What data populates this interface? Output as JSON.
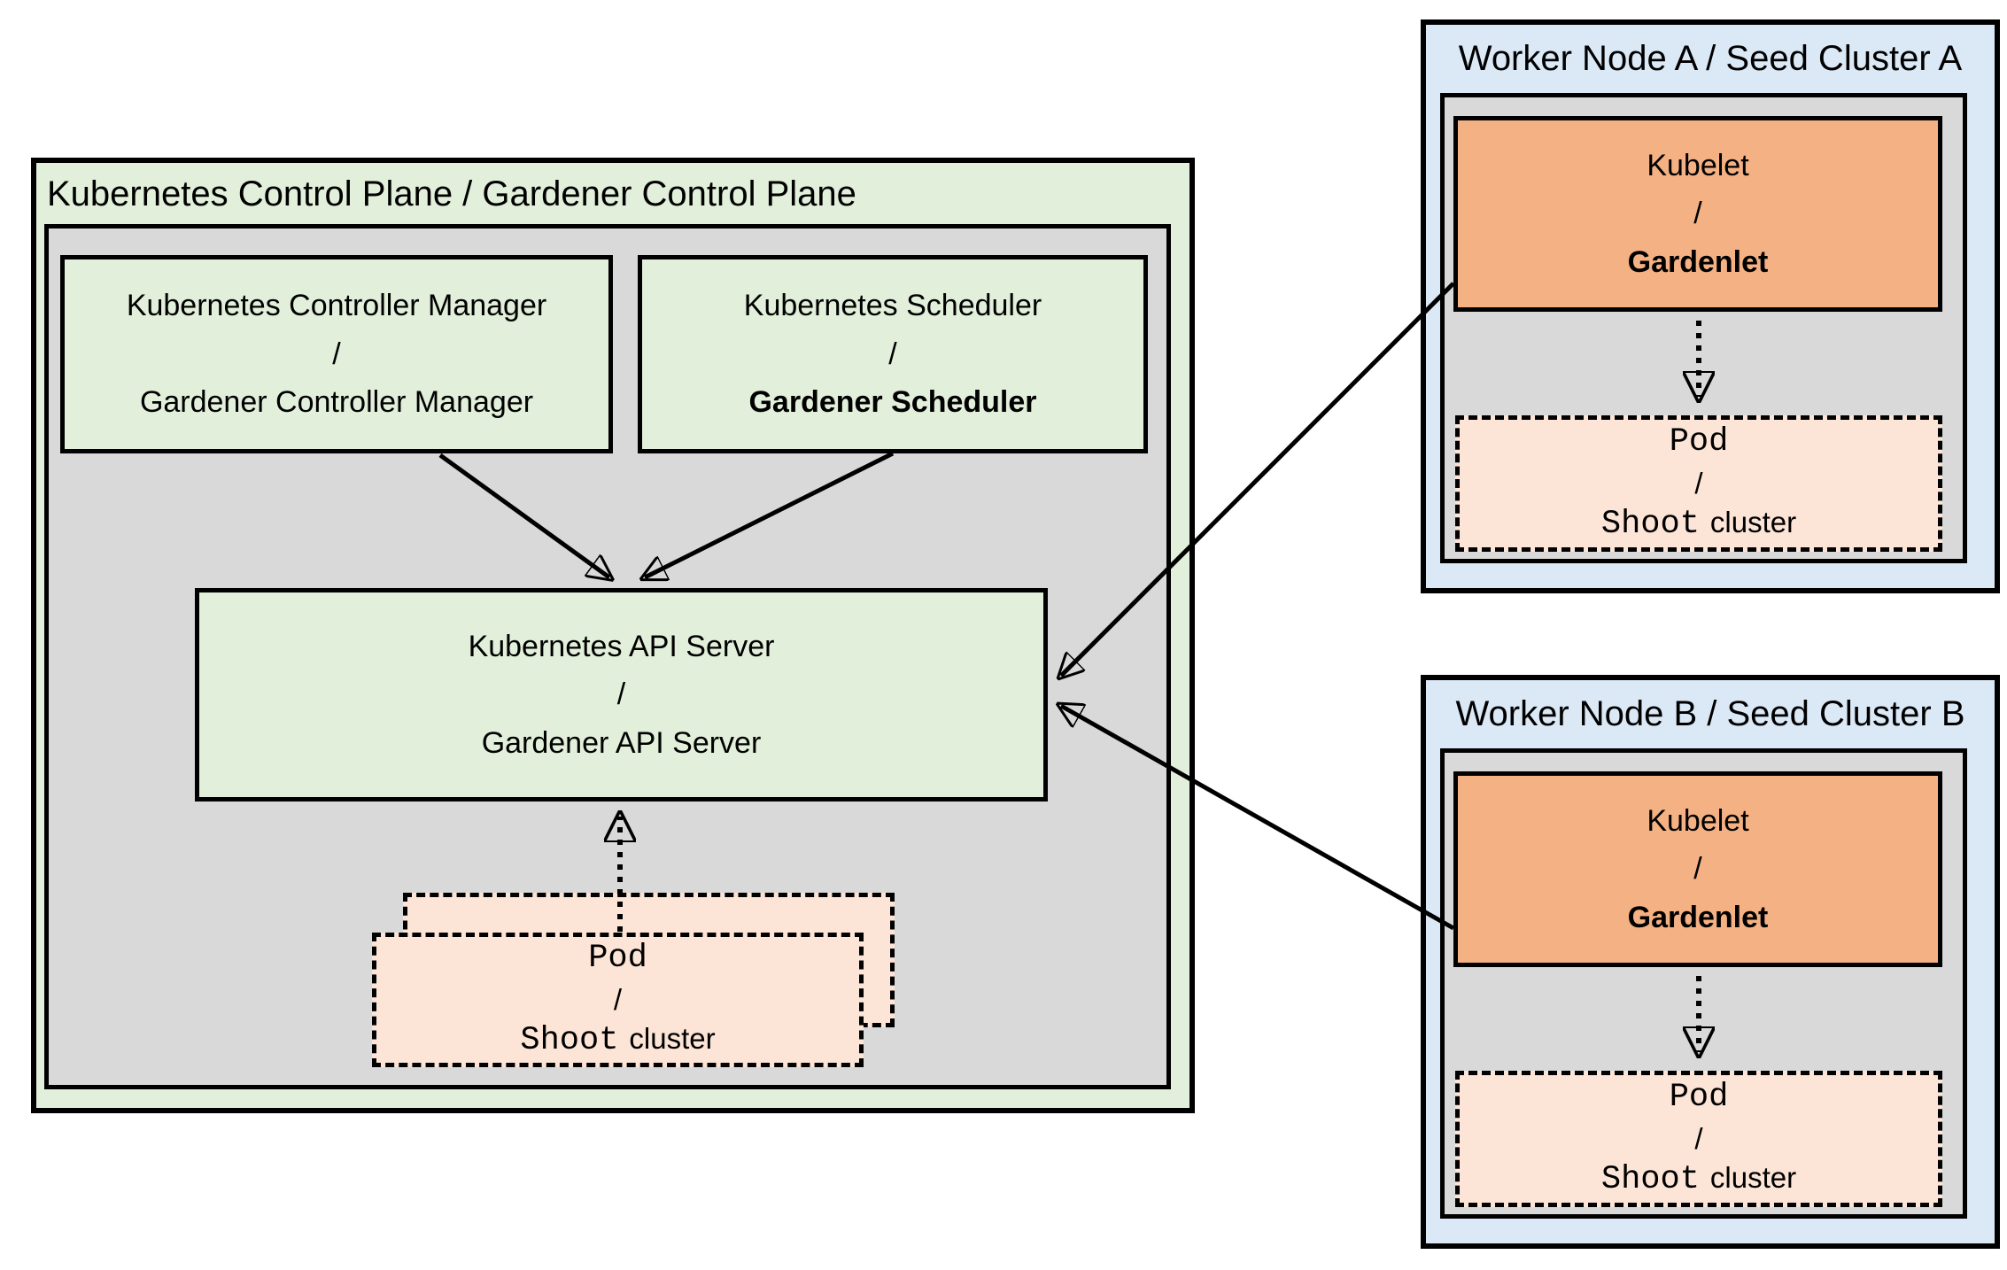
{
  "colors": {
    "green_light": "#E2EFDA",
    "gray": "#D9D9D9",
    "blue_light": "#DBE8F6",
    "orange": "#F4B183",
    "peach": "#FCE4D6",
    "border": "#000000",
    "background": "#FFFFFF"
  },
  "control_plane": {
    "title": "Kubernetes Control Plane / Gardener Control Plane",
    "controller_manager": {
      "line1": "Kubernetes Controller Manager",
      "slash": "/",
      "line2": "Gardener Controller Manager"
    },
    "scheduler": {
      "line1": "Kubernetes Scheduler",
      "slash": "/",
      "line2": "Gardener Scheduler"
    },
    "api_server": {
      "line1": "Kubernetes API Server",
      "slash": "/",
      "line2": "Gardener API Server"
    },
    "pod_stack": {
      "pod": "Pod",
      "slash": "/",
      "shoot": "Shoot",
      "cluster": "cluster"
    }
  },
  "worker_node_a": {
    "title": "Worker Node A / Seed Cluster A",
    "kubelet": {
      "line1": "Kubelet",
      "slash": "/",
      "line2": "Gardenlet"
    },
    "pod": {
      "pod": "Pod",
      "slash": "/",
      "shoot": "Shoot",
      "cluster": "cluster"
    }
  },
  "worker_node_b": {
    "title": "Worker Node B / Seed Cluster B",
    "kubelet": {
      "line1": "Kubelet",
      "slash": "/",
      "line2": "Gardenlet"
    },
    "pod": {
      "pod": "Pod",
      "slash": "/",
      "shoot": "Shoot",
      "cluster": "cluster"
    }
  }
}
